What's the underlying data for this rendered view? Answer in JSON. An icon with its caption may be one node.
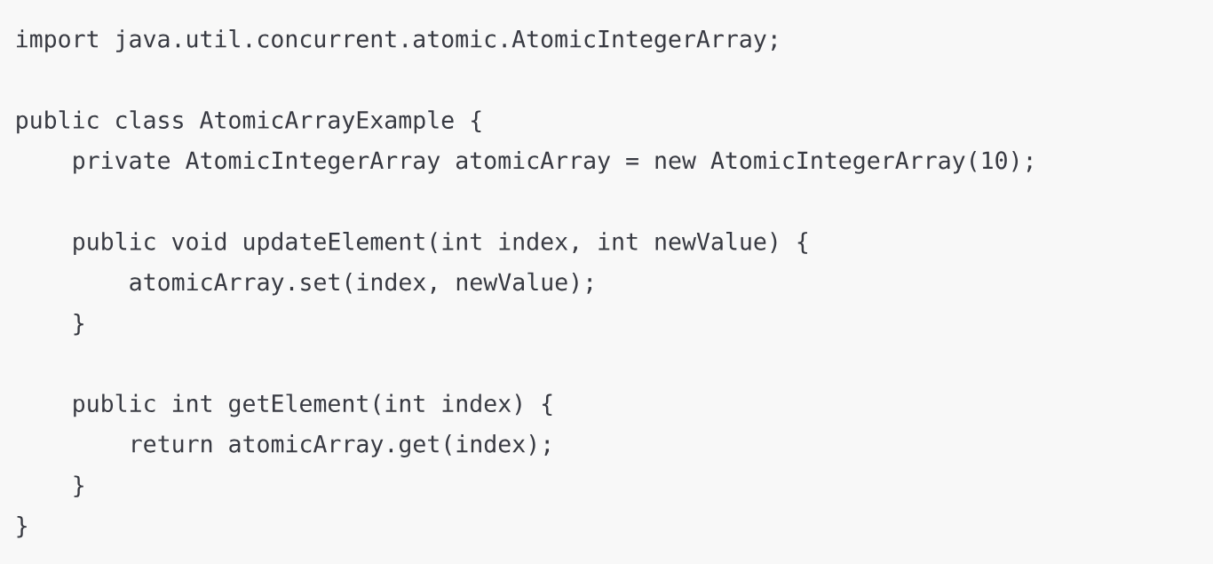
{
  "diagram": {
    "labels": [
      "import java.util.concurrent.atomic.AtomicIntegerArray;",
      "public class AtomicArrayExample {",
      "private AtomicIntegerArray atomicArray = new AtomicIntegerArray(10);",
      "public void updateElement(int index, int newValue) {",
      "atomicArray.set(index, newValue);",
      "}",
      "public int getElement(int index) {",
      "return atomicArray.get(index);",
      "}",
      "}"
    ]
  }
}
